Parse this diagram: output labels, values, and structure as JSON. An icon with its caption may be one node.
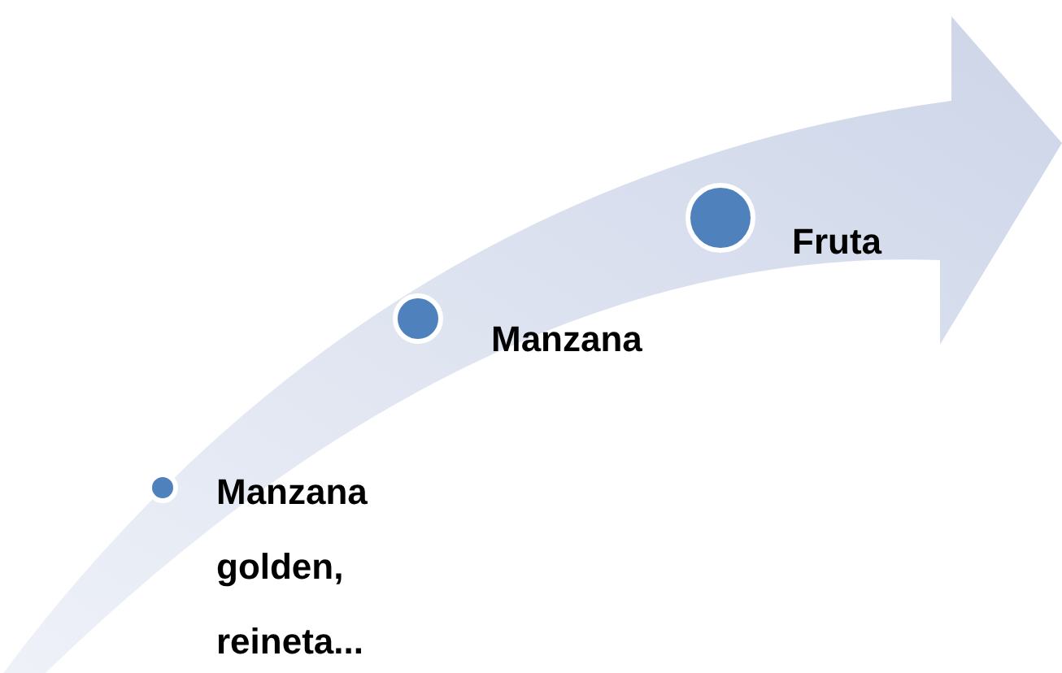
{
  "diagram": {
    "nodes": [
      {
        "text": [],
        "shape": "circle",
        "beside": [
          "Manzana golden, reineta..."
        ]
      },
      {
        "text": [],
        "shape": "circle",
        "beside": [
          "Manzana"
        ]
      },
      {
        "text": [],
        "shape": "circle",
        "beside": [
          "Fruta"
        ]
      }
    ],
    "edges": []
  }
}
